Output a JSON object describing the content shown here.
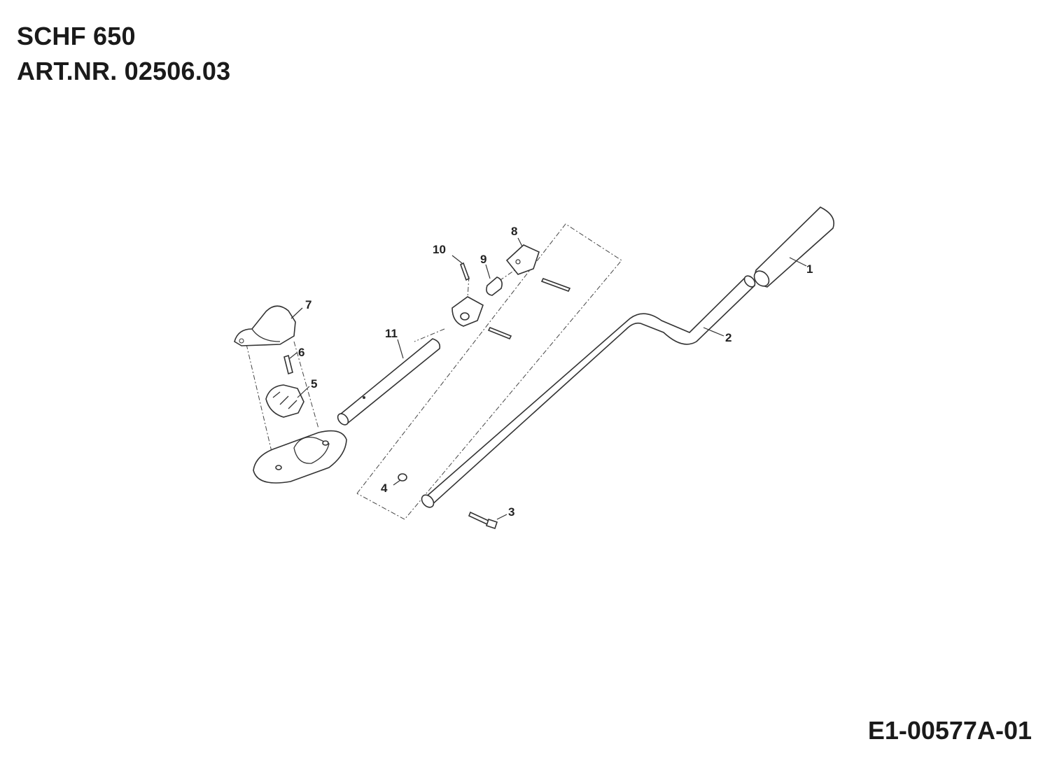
{
  "header": {
    "model": "SCHF 650",
    "article_number": "ART.NR. 02506.03"
  },
  "footer": {
    "drawing_code": "E1-00577A-01"
  },
  "callouts": {
    "c1": "1",
    "c2": "2",
    "c3": "3",
    "c4": "4",
    "c5": "5",
    "c6": "6",
    "c7": "7",
    "c8": "8",
    "c9": "9",
    "c10": "10",
    "c11": "11"
  }
}
